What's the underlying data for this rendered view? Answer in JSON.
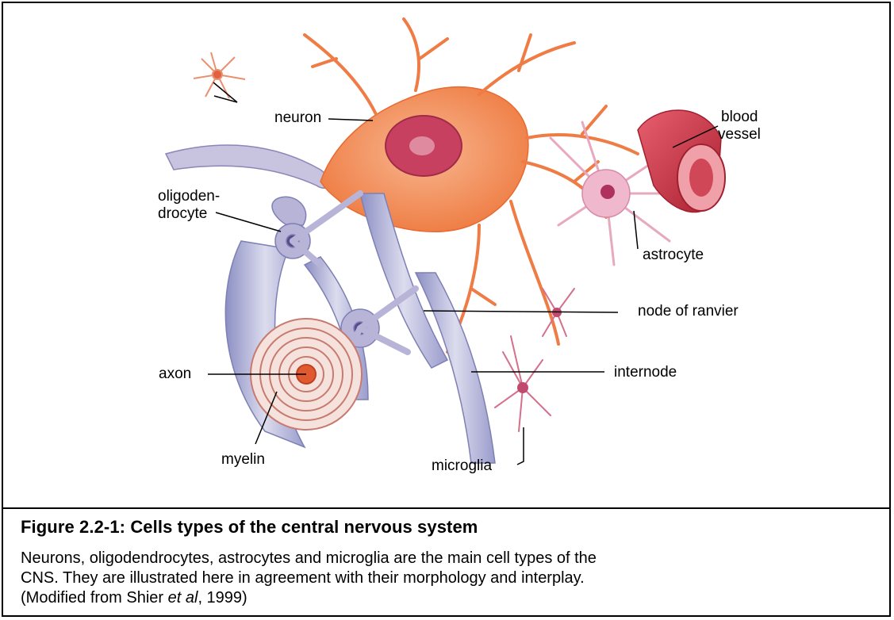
{
  "labels": {
    "neuron": "neuron",
    "blood_vessel_1": "blood",
    "blood_vessel_2": "vessel",
    "oligodendrocyte_1": "oligoden-",
    "oligodendrocyte_2": "drocyte",
    "astrocyte": "astrocyte",
    "node_of_ranvier": "node of ranvier",
    "axon": "axon",
    "internode": "internode",
    "myelin": "myelin",
    "microglia": "microglia"
  },
  "caption": {
    "title": "Figure 2.2-1: Cells types of the central nervous system",
    "line1": "Neurons, oligodendrocytes, astrocytes and microglia are the main cell types of the",
    "line2": "CNS. They are illustrated here in agreement with their morphology and interplay.",
    "line3_pre": "(Modified from Shier ",
    "line3_em": "et al",
    "line3_post": ", 1999)"
  },
  "colors": {
    "neuron": "#f0824a",
    "astrocyte": "#e8a0b8",
    "myelin": "#b8b8d8",
    "vessel": "#c83848",
    "microglia": "#d4708c"
  }
}
